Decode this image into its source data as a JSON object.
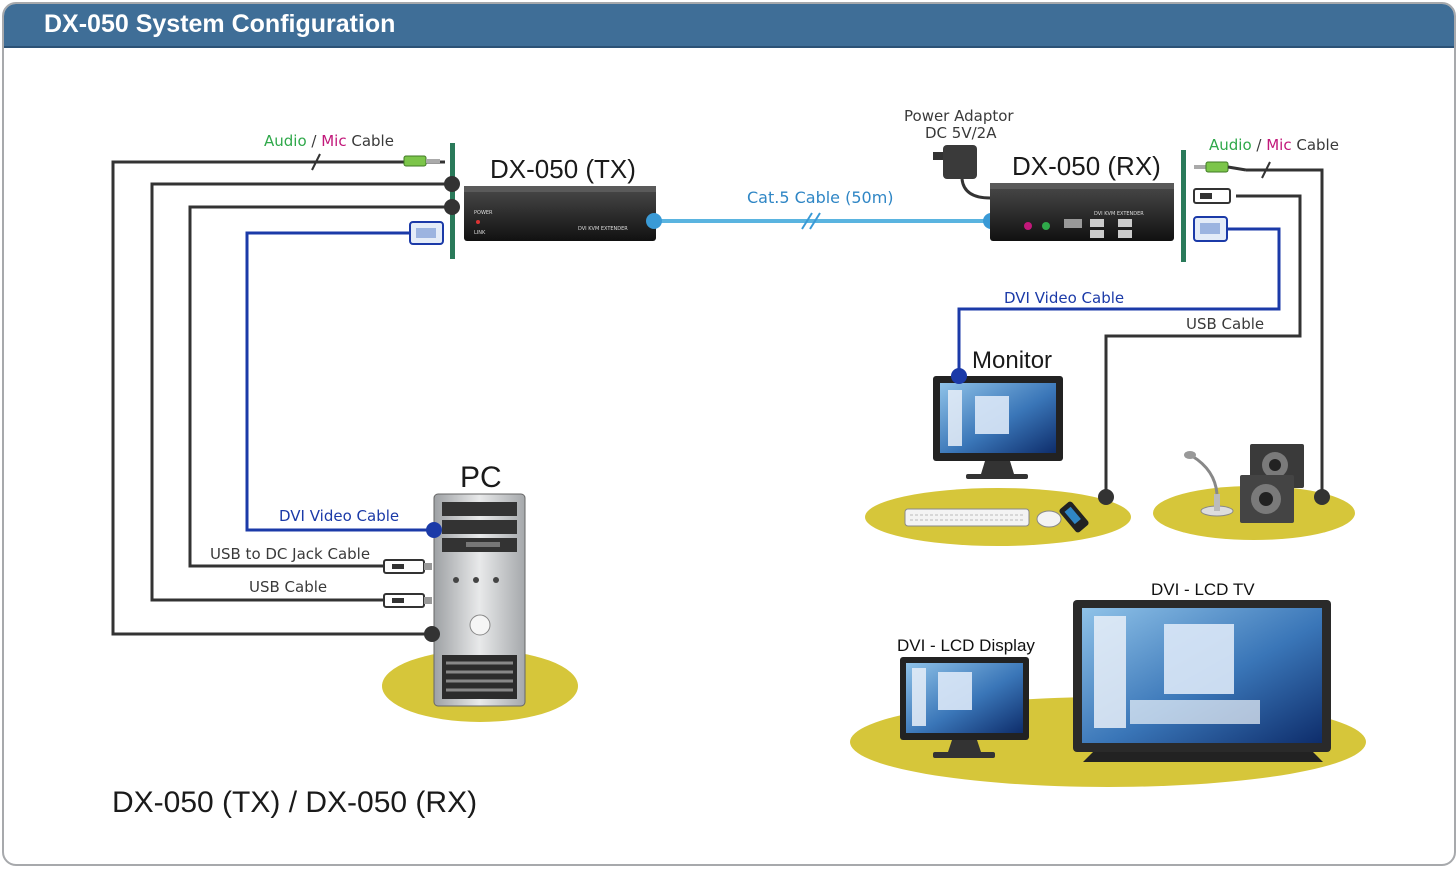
{
  "title": "DX-050 System Configuration",
  "devices": {
    "tx_label": "DX-050 (TX)",
    "rx_label": "DX-050 (RX)",
    "pc_label": "PC",
    "monitor_label": "Monitor",
    "lcd_display_label": "DVI - LCD Display",
    "lcd_tv_label": "DVI - LCD TV",
    "panel_text": "DVI KVM EXTENDER",
    "power_led": "POWER",
    "link_led": "LINK"
  },
  "cables": {
    "cat5": "Cat.5 Cable (50m)",
    "power_adaptor_line1": "Power Adaptor",
    "power_adaptor_line2": "DC 5V/2A",
    "audio_word": "Audio",
    "slash": " / ",
    "mic_word": "Mic",
    "cable_word": " Cable",
    "dvi_video_cable": "DVI Video Cable",
    "usb_to_dc_jack_cable": "USB to DC Jack Cable",
    "usb_cable": "USB Cable"
  },
  "footer": "DX-050 (TX) / DX-050 (RX)",
  "colors": {
    "banner": "#3f6e97",
    "cat5_cable": "#5ab4e0",
    "dvi_cable": "#1b3aa8",
    "usb_cable": "#333333",
    "platform": "#d6c63a",
    "audio_green": "#2fa84a",
    "mic_magenta": "#c2187a"
  }
}
